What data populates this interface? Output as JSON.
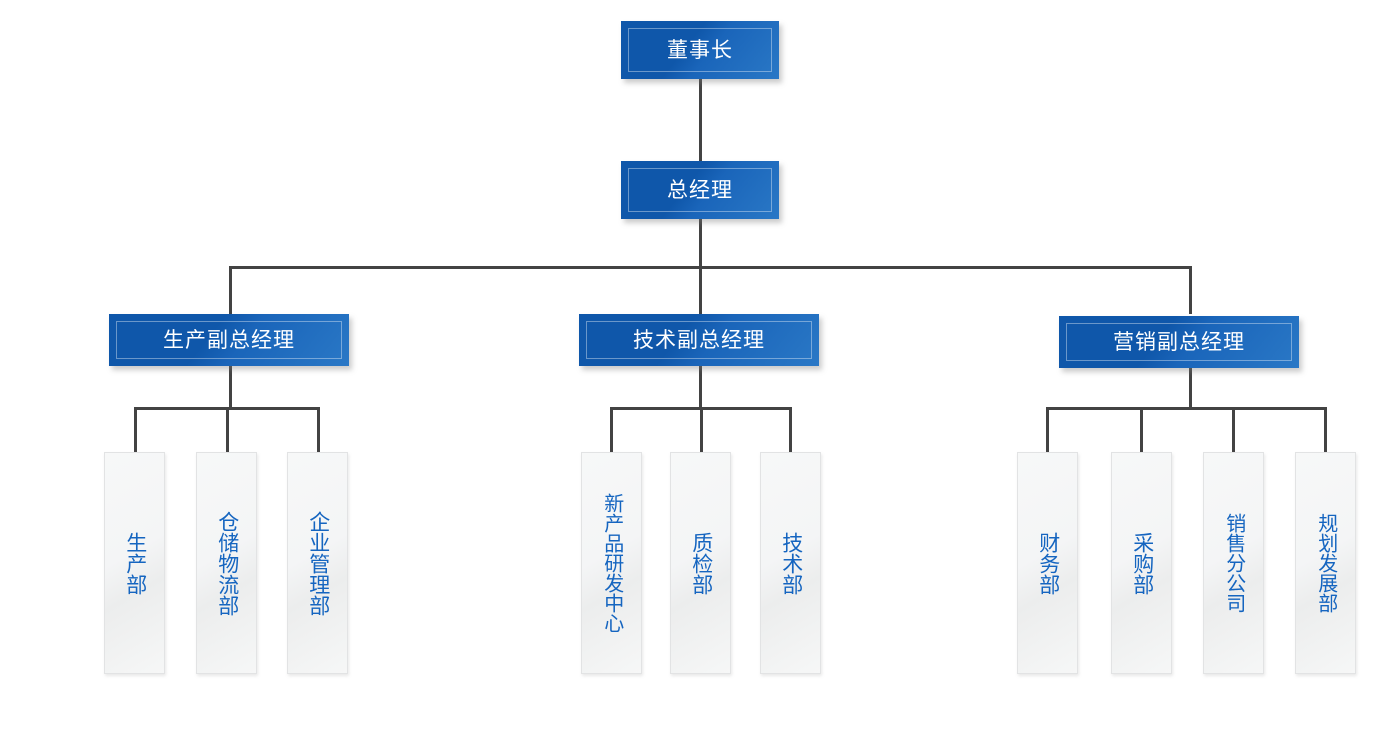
{
  "chart": {
    "type": "org-chart",
    "title": "",
    "palette": {
      "exec_box_fill": "#0f57aa",
      "exec_box_fill_light": "#2a78c6",
      "exec_text": "#ffffff",
      "dept_box_fill": "#f5f6f7",
      "dept_box_border": "#e2e3e4",
      "dept_text": "#1565c0",
      "connector": "#434343",
      "background": "#ffffff"
    },
    "levels": [
      {
        "level": 1,
        "nodes": [
          {
            "id": "chairman",
            "label": "董事长",
            "style": "blue"
          }
        ]
      },
      {
        "level": 2,
        "nodes": [
          {
            "id": "general-manager",
            "label": "总经理",
            "style": "blue",
            "parent": "chairman"
          }
        ]
      },
      {
        "level": 3,
        "nodes": [
          {
            "id": "vp-production",
            "label": "生产副总经理",
            "style": "blue",
            "parent": "general-manager"
          },
          {
            "id": "vp-technology",
            "label": "技术副总经理",
            "style": "blue",
            "parent": "general-manager"
          },
          {
            "id": "vp-marketing",
            "label": "营销副总经理",
            "style": "blue",
            "parent": "general-manager"
          }
        ]
      },
      {
        "level": 4,
        "nodes": [
          {
            "id": "dept-production",
            "label": "生产部",
            "style": "light",
            "parent": "vp-production"
          },
          {
            "id": "dept-warehouse-logistics",
            "label": "仓储物流部",
            "style": "light",
            "parent": "vp-production"
          },
          {
            "id": "dept-enterprise-management",
            "label": "企业管理部",
            "style": "light",
            "parent": "vp-production"
          },
          {
            "id": "dept-new-product-rd-center",
            "label": "新产品研发中心",
            "style": "light",
            "parent": "vp-technology"
          },
          {
            "id": "dept-quality-inspection",
            "label": "质检部",
            "style": "light",
            "parent": "vp-technology"
          },
          {
            "id": "dept-technology",
            "label": "技术部",
            "style": "light",
            "parent": "vp-technology"
          },
          {
            "id": "dept-finance",
            "label": "财务部",
            "style": "light",
            "parent": "vp-marketing"
          },
          {
            "id": "dept-procurement",
            "label": "采购部",
            "style": "light",
            "parent": "vp-marketing"
          },
          {
            "id": "dept-sales-branch",
            "label": "销售分公司",
            "style": "light",
            "parent": "vp-marketing"
          },
          {
            "id": "dept-planning-development",
            "label": "规划发展部",
            "style": "light",
            "parent": "vp-marketing"
          }
        ]
      }
    ]
  },
  "nodes": {
    "chairman": {
      "label": "董事长"
    },
    "general_manager": {
      "label": "总经理"
    },
    "vp_production": {
      "label": "生产副总经理"
    },
    "vp_technology": {
      "label": "技术副总经理"
    },
    "vp_marketing": {
      "label": "营销副总经理"
    },
    "dept_production": {
      "label": "生产部"
    },
    "dept_warehouse_logistics": {
      "label": "仓储物流部"
    },
    "dept_enterprise_management": {
      "label": "企业管理部"
    },
    "dept_new_product_rd_center": {
      "label": "新产品研发中心"
    },
    "dept_quality_inspection": {
      "label": "质检部"
    },
    "dept_technology": {
      "label": "技术部"
    },
    "dept_finance": {
      "label": "财务部"
    },
    "dept_procurement": {
      "label": "采购部"
    },
    "dept_sales_branch": {
      "label": "销售分公司"
    },
    "dept_planning_development": {
      "label": "规划发展部"
    }
  }
}
